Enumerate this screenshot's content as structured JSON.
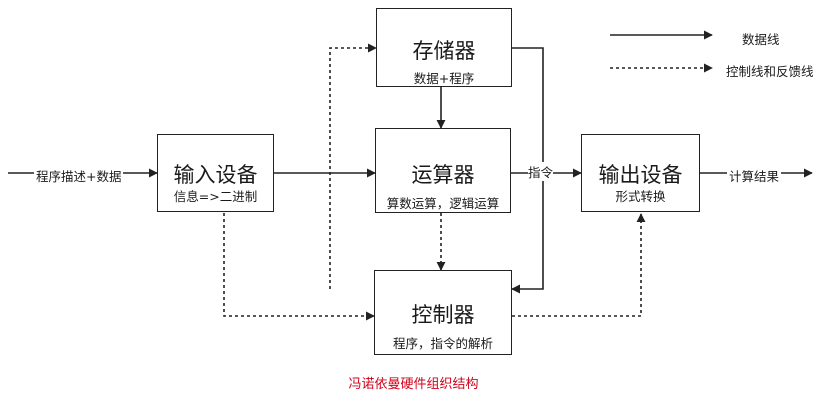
{
  "boxes": {
    "memory": {
      "title": "存储器",
      "subtitle": "数据+程序"
    },
    "input": {
      "title": "输入设备",
      "subtitle": "信息=>二进制"
    },
    "alu": {
      "title": "运算器",
      "subtitle": "算数运算，逻辑运算"
    },
    "output": {
      "title": "输出设备",
      "subtitle": "形式转换"
    },
    "control": {
      "title": "控制器",
      "subtitle": "程序，指令的解析"
    }
  },
  "labels": {
    "program_input": "程序描述+数据",
    "instruction": "指令",
    "result": "计算结果"
  },
  "legend": {
    "data_line": "数据线",
    "control_line": "控制线和反馈线"
  },
  "caption": "冯诺依曼硬件组织结构",
  "colors": {
    "line": "#222222",
    "caption": "#d0021b"
  }
}
